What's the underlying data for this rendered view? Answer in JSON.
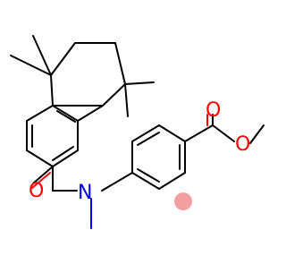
{
  "molecule": {
    "atom_labels": {
      "carbonyl_oxygen_amide": "O",
      "amide_nitrogen": "N",
      "ester_carbonyl_oxygen": "O",
      "ester_ether_oxygen": "O"
    },
    "colors": {
      "bond": "#000000",
      "oxygen": "#ff0000",
      "nitrogen": "#0000ff",
      "highlight": "#f4a0a0"
    }
  }
}
